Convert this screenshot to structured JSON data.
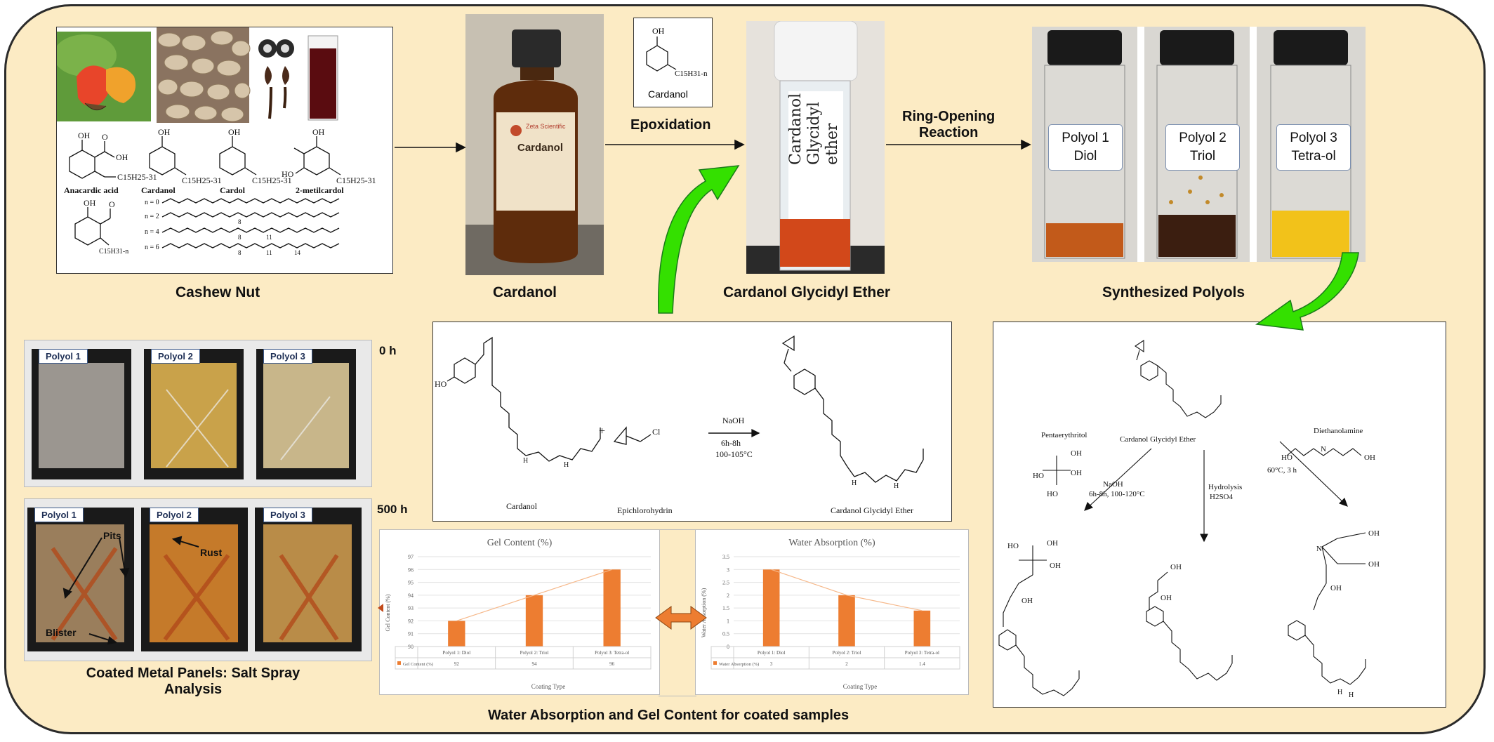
{
  "labels": {
    "cashew": "Cashew Nut",
    "cardanol": "Cardanol",
    "epoxidation": "Epoxidation",
    "cge": "Cardanol Glycidyl Ether",
    "ring_line1": "Ring-Opening",
    "ring_line2": "Reaction",
    "polyols": "Synthesized Polyols",
    "panels_line1": "Coated Metal Panels: Salt Spray",
    "panels_line2": "Analysis",
    "bottom": "Water Absorption and Gel Content for coated samples",
    "time0": "0 h",
    "time500": "500 h"
  },
  "cashew_box": {
    "compounds": [
      "Anacardic acid",
      "Cardanol",
      "Cardol",
      "2-metilcardol"
    ],
    "chain_label": "C15H25-31",
    "n_values": [
      "n = 0",
      "n = 2",
      "n = 4",
      "n = 6"
    ],
    "chain_numbers": [
      "8",
      "8",
      "11",
      "8",
      "11",
      "14"
    ]
  },
  "cardanol_inset": {
    "name": "Cardanol",
    "oh": "OH",
    "chain": "C15H31-n"
  },
  "bottle": {
    "brand": "Zeta Scientific",
    "product": "Cardanol",
    "vial_text": [
      "Cardanol",
      "Glycidyl",
      "ether"
    ]
  },
  "polyol_tags": [
    {
      "l1": "Polyol 1",
      "l2": "Diol"
    },
    {
      "l1": "Polyol 2",
      "l2": "Triol"
    },
    {
      "l1": "Polyol 3",
      "l2": "Tetra-ol"
    }
  ],
  "panel_tags_top": [
    "Polyol  1",
    "Polyol 2",
    "Polyol 3"
  ],
  "panel_tags_bottom": [
    "Polyol 1",
    "Polyol 2",
    "Polyol 3"
  ],
  "annotations": [
    "Pits",
    "Rust",
    "Blister"
  ],
  "reaction": {
    "reactant1": "Cardanol",
    "reactant2": "Epichlorohydrin",
    "product": "Cardanol Glycidyl Ether",
    "reagent": "NaOH",
    "time": "6h-8h",
    "temp": "100-105°C",
    "ho": "HO",
    "cl": "Cl",
    "h": "H",
    "plus": "+"
  },
  "scheme": {
    "center": "Cardanol Glycidyl Ether",
    "left_reagent": "Pentaerythritol",
    "left_cond1": "NaOH",
    "left_cond2": "6h-8h, 100-120°C",
    "mid_cond1": "Hydrolysis",
    "mid_cond2": "H2SO4",
    "right_reagent": "Diethanolamine",
    "right_cond": "60°C, 3 h",
    "oh": "OH",
    "ho": "HO",
    "n": "N",
    "h": "H"
  },
  "colors": {
    "background": "#FCEBC4",
    "bar": "#ED7D31",
    "arrow_green": "#34E000",
    "arrow_orange": "#ED7D31"
  },
  "chart_data": [
    {
      "type": "bar",
      "title": "Gel Content (%)",
      "ylabel": "Gel Content (%)",
      "xlabel": "Coating Type",
      "categories": [
        "Polyol 1: Diol",
        "Polyol 2: Triol",
        "Polyol 3: Tetra-ol"
      ],
      "series": [
        {
          "name": "Gel Content (%)",
          "values": [
            92,
            94,
            96
          ]
        }
      ],
      "ylim": [
        90,
        97
      ],
      "yticks": [
        "90",
        "91",
        "92",
        "93",
        "94",
        "95",
        "96",
        "97"
      ],
      "table": [
        "92",
        "94",
        "96"
      ],
      "trendline": true
    },
    {
      "type": "bar",
      "title": "Water Absorption (%)",
      "ylabel": "Water Absorption (%)",
      "xlabel": "Coating Type",
      "categories": [
        "Polyol 1: Diol",
        "Polyol 2: Triol",
        "Polyol 3: Tetra-ol"
      ],
      "series": [
        {
          "name": "Water Absorption (%)",
          "values": [
            3,
            2,
            1.4
          ]
        }
      ],
      "ylim": [
        0,
        3.5
      ],
      "yticks": [
        "0",
        "0.5",
        "1",
        "1.5",
        "2",
        "2.5",
        "3",
        "3.5"
      ],
      "table": [
        "3",
        "2",
        "1.4"
      ],
      "trendline": true
    }
  ]
}
